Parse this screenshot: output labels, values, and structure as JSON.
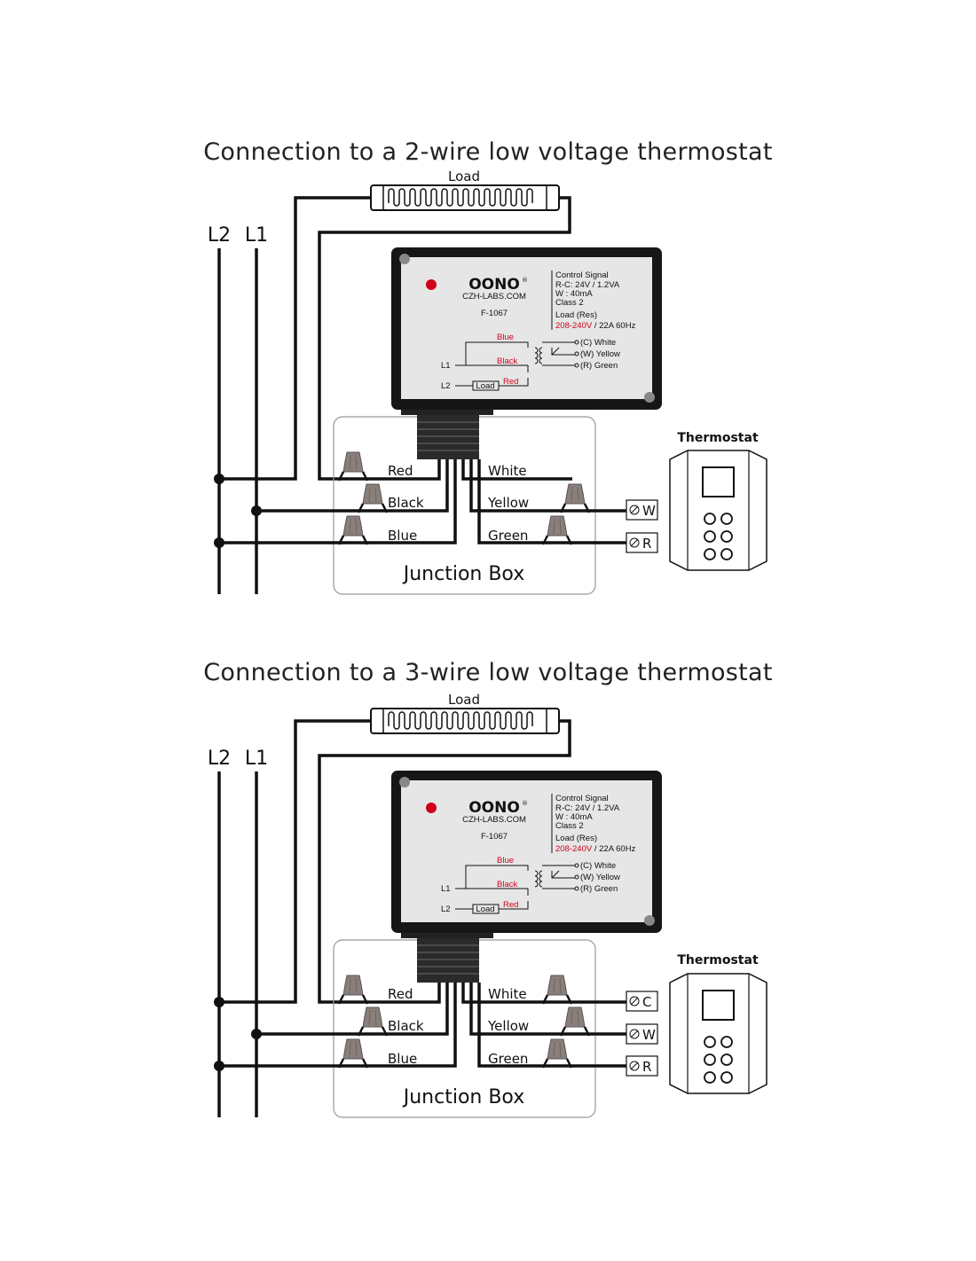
{
  "diagrams": [
    {
      "title": "Connection to a 2-wire low voltage thermostat",
      "load_label": "Load",
      "line_labels": {
        "l2": "L2",
        "l1": "L1"
      },
      "device": {
        "brand": "OONO",
        "reg_mark": "®",
        "website": "CZH-LABS.COM",
        "model": "F-1067",
        "spec_lines": [
          "Control Signal",
          "R-C: 24V / 1.2VA",
          "W   : 40mA",
          "Class 2",
          "Load  (Res)"
        ],
        "voltage_red": "208-240V",
        "voltage_rest": " / 22A  60Hz",
        "wire_blue": "Blue",
        "wire_black": "Black",
        "wire_red": "Red",
        "terminal_l1": "L1",
        "terminal_l2": "L2",
        "inner_load": "Load",
        "out_c": "(C) White",
        "out_w": "(W) Yellow",
        "out_r": "(R) Green"
      },
      "wires_left": [
        "Red",
        "Black",
        "Blue"
      ],
      "wires_right": [
        "White",
        "Yellow",
        "Green"
      ],
      "junction_box_label": "Junction Box",
      "thermostat_label": "Thermostat",
      "terminals": [
        "W",
        "R"
      ]
    },
    {
      "title": "Connection to a 3-wire low voltage thermostat",
      "load_label": "Load",
      "line_labels": {
        "l2": "L2",
        "l1": "L1"
      },
      "device": {
        "brand": "OONO",
        "reg_mark": "®",
        "website": "CZH-LABS.COM",
        "model": "F-1067",
        "spec_lines": [
          "Control Signal",
          "R-C: 24V / 1.2VA",
          "W   : 40mA",
          "Class 2",
          "Load  (Res)"
        ],
        "voltage_red": "208-240V",
        "voltage_rest": " / 22A  60Hz",
        "wire_blue": "Blue",
        "wire_black": "Black",
        "wire_red": "Red",
        "terminal_l1": "L1",
        "terminal_l2": "L2",
        "inner_load": "Load",
        "out_c": "(C) White",
        "out_w": "(W) Yellow",
        "out_r": "(R) Green"
      },
      "wires_left": [
        "Red",
        "Black",
        "Blue"
      ],
      "wires_right": [
        "White",
        "Yellow",
        "Green"
      ],
      "junction_box_label": "Junction Box",
      "thermostat_label": "Thermostat",
      "terminals": [
        "C",
        "W",
        "R"
      ]
    }
  ],
  "colors": {
    "device_body": "#161616",
    "device_face": "#e6e6e6",
    "indicator": "#d0001a",
    "wire_nut": "#8a7f7a",
    "wire": "#111111"
  }
}
